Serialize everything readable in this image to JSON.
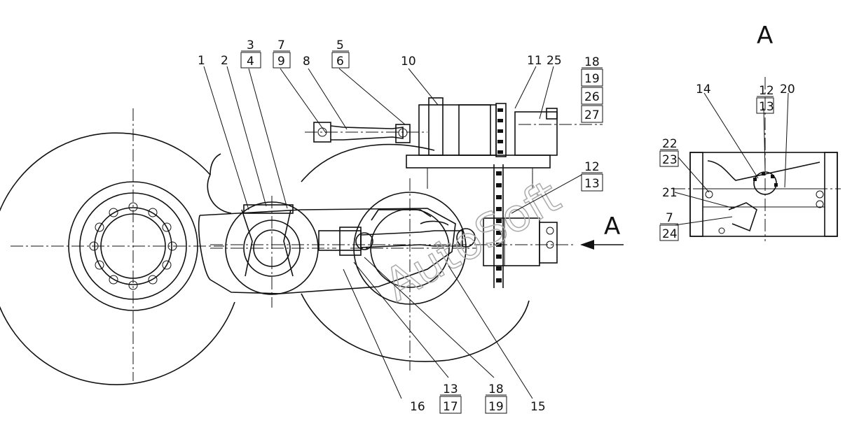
{
  "view_label": "A",
  "arrow_label": "A",
  "watermark": "AutoSoft",
  "callouts": {
    "c1": "1",
    "c2": "2",
    "c3": "3",
    "c4": "4",
    "c7a": "7",
    "c9": "9",
    "c8": "8",
    "c5": "5",
    "c6": "6",
    "c10": "10",
    "c11": "11",
    "c25": "25",
    "c18a": "18",
    "c19a": "19",
    "c26": "26",
    "c27": "27",
    "c12a": "12",
    "c13a": "13",
    "c16": "16",
    "c13b": "13",
    "c17": "17",
    "c18b": "18",
    "c19b": "19",
    "c15": "15",
    "c14": "14",
    "c12b": "12",
    "c13c": "13",
    "c20": "20",
    "c22": "22",
    "c23": "23",
    "c21": "21",
    "c7b": "7",
    "c24": "24"
  }
}
